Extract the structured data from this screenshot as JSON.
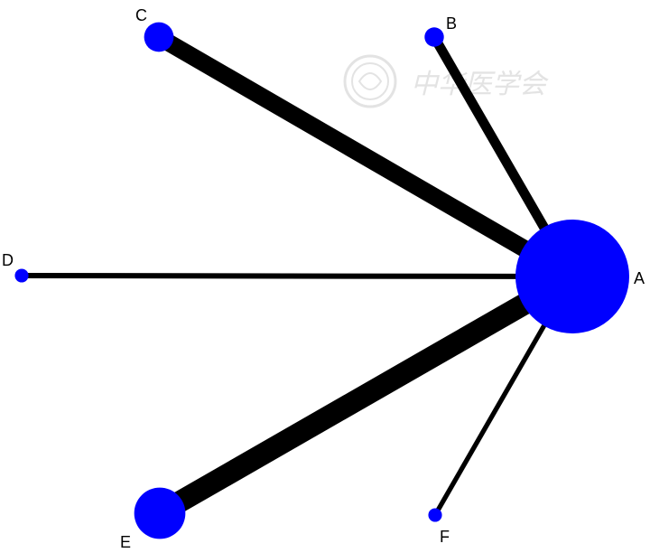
{
  "diagram": {
    "type": "network",
    "nodes": [
      {
        "id": "A",
        "label": "A",
        "size": 1.0
      },
      {
        "id": "B",
        "label": "B",
        "size": 0.17
      },
      {
        "id": "C",
        "label": "C",
        "size": 0.26
      },
      {
        "id": "D",
        "label": "D",
        "size": 0.12
      },
      {
        "id": "E",
        "label": "E",
        "size": 0.45
      },
      {
        "id": "F",
        "label": "F",
        "size": 0.12
      }
    ],
    "edges": [
      {
        "from": "C",
        "to": "A",
        "weight": 0.8
      },
      {
        "from": "B",
        "to": "A",
        "weight": 0.45
      },
      {
        "from": "D",
        "to": "A",
        "weight": 0.25
      },
      {
        "from": "E",
        "to": "A",
        "weight": 1.0
      },
      {
        "from": "F",
        "to": "A",
        "weight": 0.22
      }
    ]
  },
  "watermark": {
    "text": "中华医学会",
    "color": "#e3e3e3"
  },
  "colors": {
    "node": "#0000ff",
    "edge": "#000000",
    "background": "#ffffff"
  }
}
